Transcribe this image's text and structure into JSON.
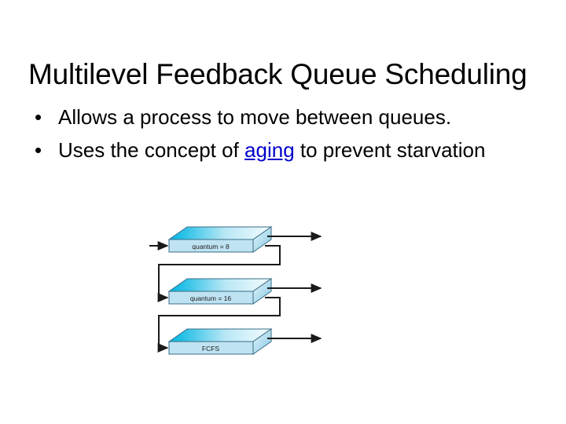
{
  "slide": {
    "title": "Multilevel Feedback Queue Scheduling",
    "background_color": "#ffffff",
    "text_color": "#000000",
    "bullets": [
      {
        "marker": "•",
        "segments": [
          {
            "text": "Allows a process to move between queues.",
            "style": "plain"
          }
        ]
      },
      {
        "marker": "•",
        "segments": [
          {
            "text": "Uses the concept of ",
            "style": "plain"
          },
          {
            "text": "aging",
            "style": "link"
          },
          {
            "text": " to prevent starvation",
            "style": "plain"
          }
        ]
      }
    ],
    "bullet_1_text": "Allows a process to move between queues.",
    "bullet_2_prefix": "Uses the concept of ",
    "bullet_2_link": "aging",
    "bullet_2_suffix": " to prevent starvation",
    "link_color": "#0000cc"
  },
  "diagram": {
    "name": "multilevel-feedback-queue-diagram",
    "type": "block-flow",
    "queues": [
      {
        "id": "queue-1",
        "label": "quantum = 8",
        "has_entry_arrow": true,
        "has_exit_arrow": true,
        "has_feedback_out": true
      },
      {
        "id": "queue-2",
        "label": "quantum = 16",
        "has_entry_arrow": false,
        "has_exit_arrow": true,
        "has_feedback_out": true
      },
      {
        "id": "queue-3",
        "label": "FCFS",
        "has_entry_arrow": false,
        "has_exit_arrow": true,
        "has_feedback_out": false
      }
    ],
    "queue_labels": [
      "quantum = 8",
      "quantum = 16",
      "FCFS"
    ],
    "colors": {
      "box_top_gradient_start": "#00b4e0",
      "box_top_gradient_end": "#f2fbfe",
      "box_front": "#bfe3f2",
      "box_side_start": "#d8eff8",
      "box_side_end": "#8fcde6",
      "box_outline": "#3a6e86",
      "arrow": "#1a1a1a"
    },
    "arrow_count": 6
  }
}
